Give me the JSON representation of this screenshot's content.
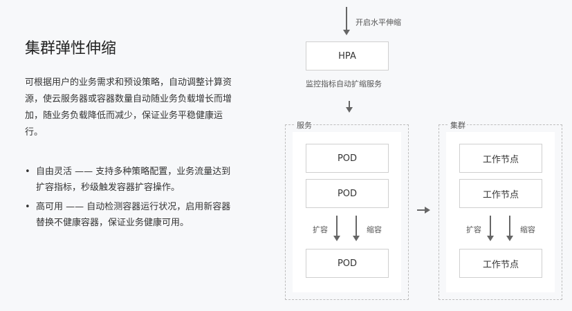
{
  "left": {
    "title": "集群弹性伸缩",
    "description": "可根据用户的业务需求和预设策略，自动调整计算资源，使云服务器或容器数量自动随业务负载增长而增加，随业务负载降低而减少，保证业务平稳健康运行。",
    "bullets": [
      "自由灵活 —— 支持多种策略配置，业务流量达到扩容指标，秒级触发容器扩容操作。",
      "高可用 —— 自动检测容器运行状况，启用新容器替换不健康容器，保证业务健康可用。"
    ]
  },
  "diagram": {
    "top_label": "开启水平伸缩",
    "hpa_label": "HPA",
    "monitor_label": "监控指标自动扩缩服务",
    "service_group": {
      "title": "服务",
      "pods": [
        "POD",
        "POD",
        "POD"
      ],
      "scale_up": "扩容",
      "scale_down": "缩容"
    },
    "cluster_group": {
      "title": "集群",
      "nodes": [
        "工作节点",
        "工作节点",
        "工作节点"
      ],
      "scale_up": "扩容",
      "scale_down": "缩容"
    }
  }
}
